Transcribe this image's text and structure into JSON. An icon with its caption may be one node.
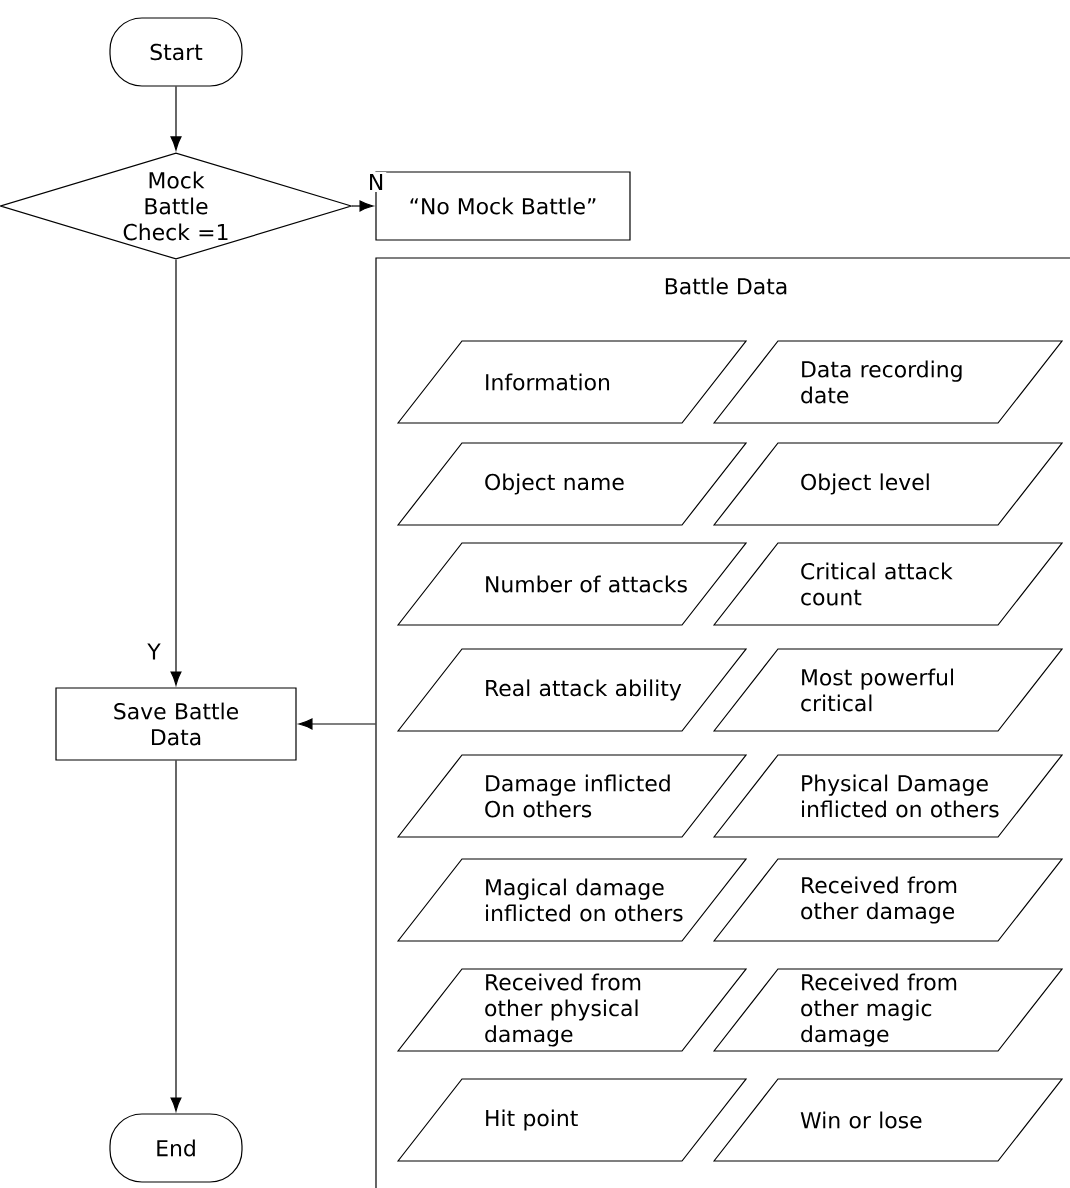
{
  "diagram": {
    "nodes": [
      {
        "text": [
          "Start"
        ]
      },
      {
        "text": [
          "Mock Battle Check =1"
        ]
      },
      {
        "text": [
          "“No Mock Battle”"
        ]
      },
      {
        "text": [
          "Battle Data"
        ]
      },
      {
        "text": [
          "Information"
        ],
        "in": 3
      },
      {
        "text": [
          "Data recording date"
        ],
        "in": 3
      },
      {
        "text": [
          "Object name"
        ],
        "in": 3
      },
      {
        "text": [
          "Object level"
        ],
        "in": 3
      },
      {
        "text": [
          "Number of attacks"
        ],
        "in": 3
      },
      {
        "text": [
          "Critical attack count"
        ],
        "in": 3
      },
      {
        "text": [
          "Real attack ability"
        ],
        "in": 3
      },
      {
        "text": [
          "Most powerful critical"
        ],
        "in": 3
      },
      {
        "text": [
          "Damage inflicted On others"
        ],
        "in": 3
      },
      {
        "text": [
          "Physical Damage inflicted on others"
        ],
        "in": 3
      },
      {
        "text": [
          "Magical damage inflicted on others"
        ],
        "in": 3
      },
      {
        "text": [
          "Received from other damage"
        ],
        "in": 3
      },
      {
        "text": [
          "Received from other physical damage"
        ],
        "in": 3
      },
      {
        "text": [
          "Received from other magic damage"
        ],
        "in": 3
      },
      {
        "text": [
          "Hit point"
        ],
        "in": 3
      },
      {
        "text": [
          "Win or lose"
        ],
        "in": 3
      },
      {
        "text": [
          "Save Battle Data"
        ]
      },
      {
        "text": [
          "End"
        ]
      }
    ],
    "edges": [
      {
        "from": 0,
        "to": 1,
        "arrow": "to"
      },
      {
        "from": 1,
        "to": 2,
        "arrow": "to",
        "label": "N"
      },
      {
        "from": 1,
        "to": 20,
        "arrow": "to",
        "label": "Y"
      },
      {
        "from": 3,
        "to": 20,
        "arrow": "to"
      },
      {
        "from": 20,
        "to": 21,
        "arrow": "to"
      }
    ]
  }
}
